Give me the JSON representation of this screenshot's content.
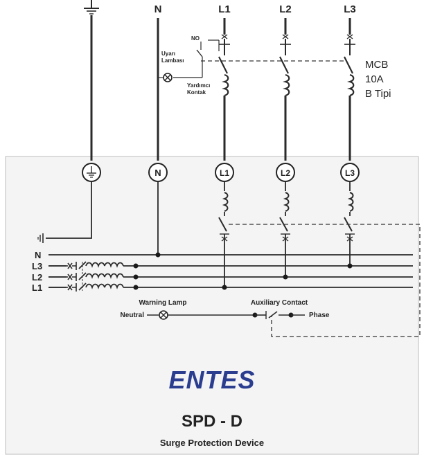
{
  "top_terminals": {
    "n": "N",
    "l1": "L1",
    "l2": "L2",
    "l3": "L3"
  },
  "mcb": {
    "line1": "MCB",
    "line2": "10A",
    "line3": "B Tipi"
  },
  "aux_top": {
    "no": "NO",
    "uyari1": "Uyarı",
    "uyari2": "Lambası",
    "yardimci1": "Yardımcı",
    "yardimci2": "Kontak"
  },
  "device_terminals": {
    "n": "N",
    "l1": "L1",
    "l2": "L2",
    "l3": "L3"
  },
  "bus": {
    "n": "N",
    "l3": "L3",
    "l2": "L2",
    "l1": "L1"
  },
  "bottom_circuit": {
    "warning_lamp": "Warning Lamp",
    "auxiliary_contact": "Auxiliary Contact",
    "neutral": "Neutral",
    "phase": "Phase"
  },
  "brand": {
    "logo": "ENTES",
    "product": "SPD - D",
    "subtitle": "Surge Protection Device",
    "logo_color": "#2b3d8f"
  }
}
